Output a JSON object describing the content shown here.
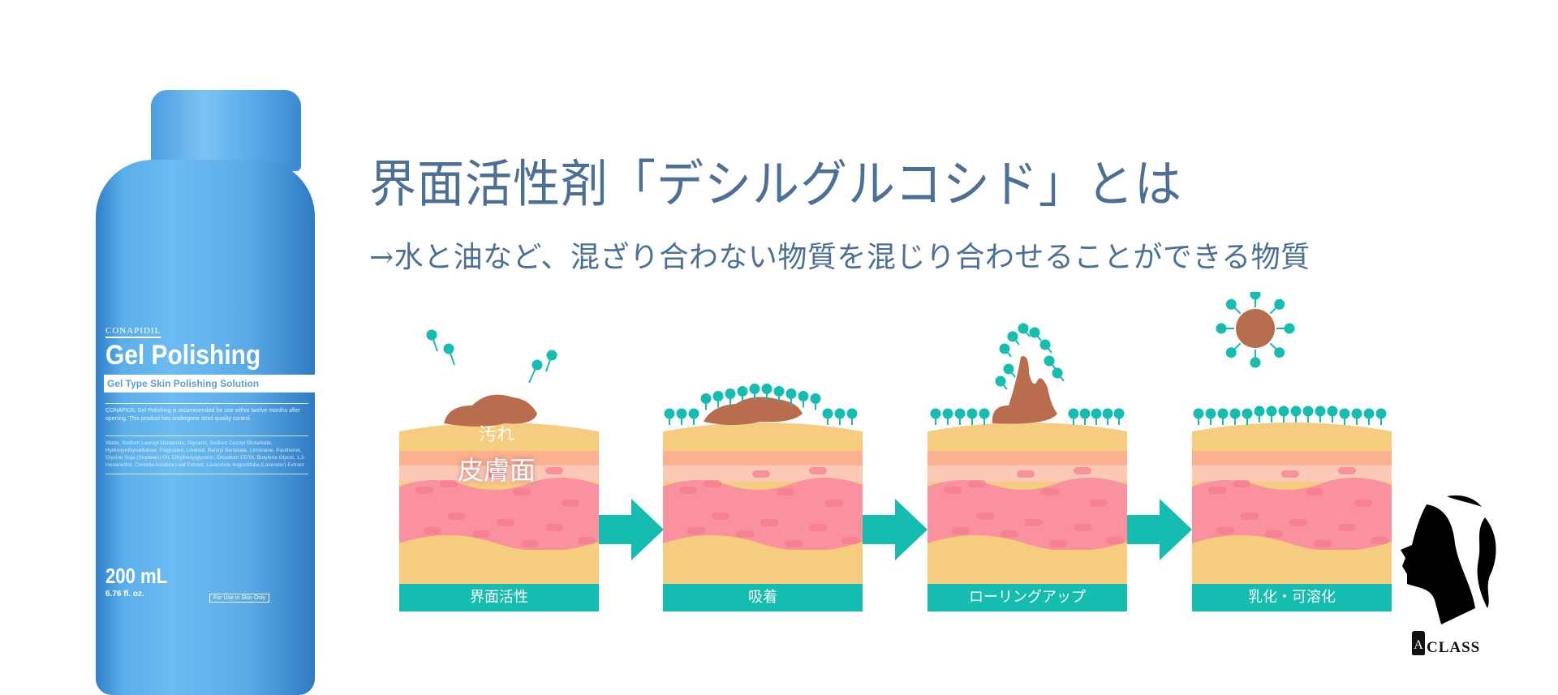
{
  "heading": {
    "title": "界面活性剤「デシルグルコシド」とは",
    "subtitle": "→水と油など、混ざり合わない物質を混じり合わせることができる物質"
  },
  "product": {
    "brand": "CONAPIDIL",
    "name": "Gel Polishing",
    "type": "Gel Type Skin Polishing Solution",
    "description": "CONAPIDIL Gel Polishing is recommended for use within twelve months after opening. This product has undergone strict quality control.",
    "ingredients": "Water, Sodium Lauroyl Glutamate, Glycerin, Sodium Cocoyl Glutamate, Hydroxyethylcellulose, Fragrance, Linalool, Benzyl Benzoate, Limonene, Panthenol, Glycine Soja (Soybean) Oil, Ethylhexylglycerin, Disodium EDTA, Butylene Glycol, 1,2-Hexanediol, Centella Asiatica Leaf Extract, Lavandula Angustifolia (Lavender) Extract",
    "volume": "200 mL",
    "volume_oz": "6.76 fl. oz.",
    "usage_note": "For Use in Skin Only"
  },
  "diagram": {
    "dirt_label": "汚れ",
    "skin_label": "皮膚面",
    "steps": [
      {
        "label": "界面活性"
      },
      {
        "label": "吸着"
      },
      {
        "label": "ローリングアップ"
      },
      {
        "label": "乳化・可溶化"
      }
    ],
    "colors": {
      "teal": "#15bcb0",
      "dirt": "#b86e4e",
      "skin": "#f9919e",
      "fat": "#f6cc7e"
    }
  },
  "logo": {
    "letter": "A",
    "text": "CLASS"
  }
}
